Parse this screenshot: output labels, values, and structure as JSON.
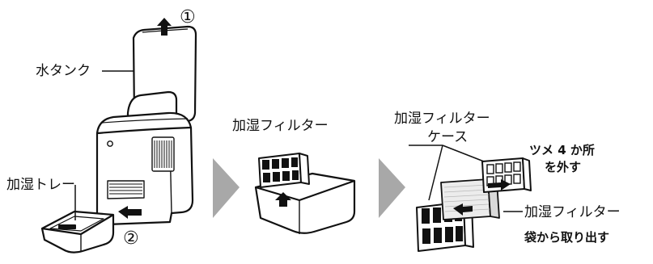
{
  "labels": {
    "water_tank": "水タンク",
    "humidify_tray": "加湿トレー",
    "filter_middle": "加湿フィルター",
    "filter_case_line1": "加湿フィルター",
    "filter_case_line2": "ケース",
    "claws_line1": "ツメ 4 か所",
    "claws_line2": "を外す",
    "filter_right": "加湿フィルター",
    "take_out": "袋から取り出す"
  },
  "steps": [
    "①",
    "②"
  ],
  "colors": {
    "outline": "#111111",
    "arrow_gray": "#a8a8a8",
    "panel_gray": "#d9d9d9",
    "filter_light": "#ececec"
  }
}
